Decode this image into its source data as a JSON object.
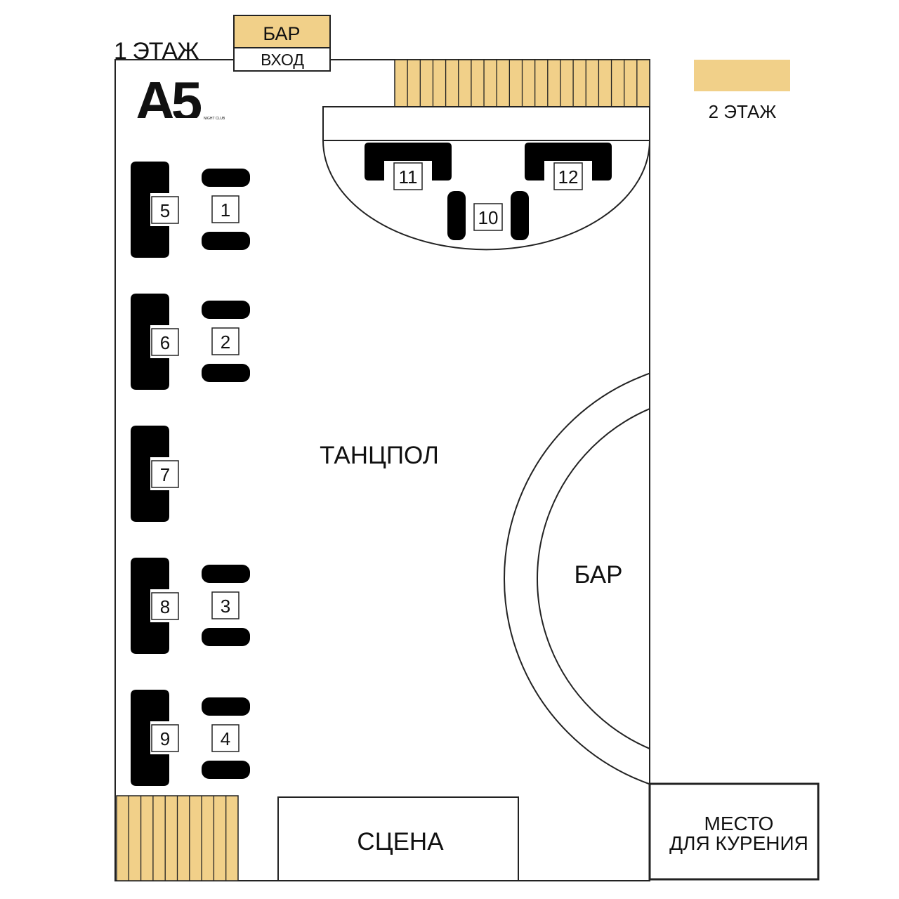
{
  "floor_label": "1 ЭТАЖ",
  "logo": {
    "text": "A5",
    "subtitle": "NIGHT CLUB"
  },
  "top_bar": {
    "label": "БАР",
    "entrance": "ВХОД"
  },
  "legend": {
    "label": "2 ЭТАЖ",
    "color": "#f1d089"
  },
  "zones": {
    "dancefloor": "ТАНЦПОЛ",
    "bar": "БАР",
    "stage": "СЦЕНА",
    "smoking_line1": "МЕСТО",
    "smoking_line2": "ДЛЯ КУРЕНИЯ"
  },
  "tables": [
    {
      "id": "1",
      "label": "1"
    },
    {
      "id": "2",
      "label": "2"
    },
    {
      "id": "3",
      "label": "3"
    },
    {
      "id": "4",
      "label": "4"
    },
    {
      "id": "5",
      "label": "5"
    },
    {
      "id": "6",
      "label": "6"
    },
    {
      "id": "7",
      "label": "7"
    },
    {
      "id": "8",
      "label": "8"
    },
    {
      "id": "9",
      "label": "9"
    },
    {
      "id": "10",
      "label": "10"
    },
    {
      "id": "11",
      "label": "11"
    },
    {
      "id": "12",
      "label": "12"
    }
  ]
}
